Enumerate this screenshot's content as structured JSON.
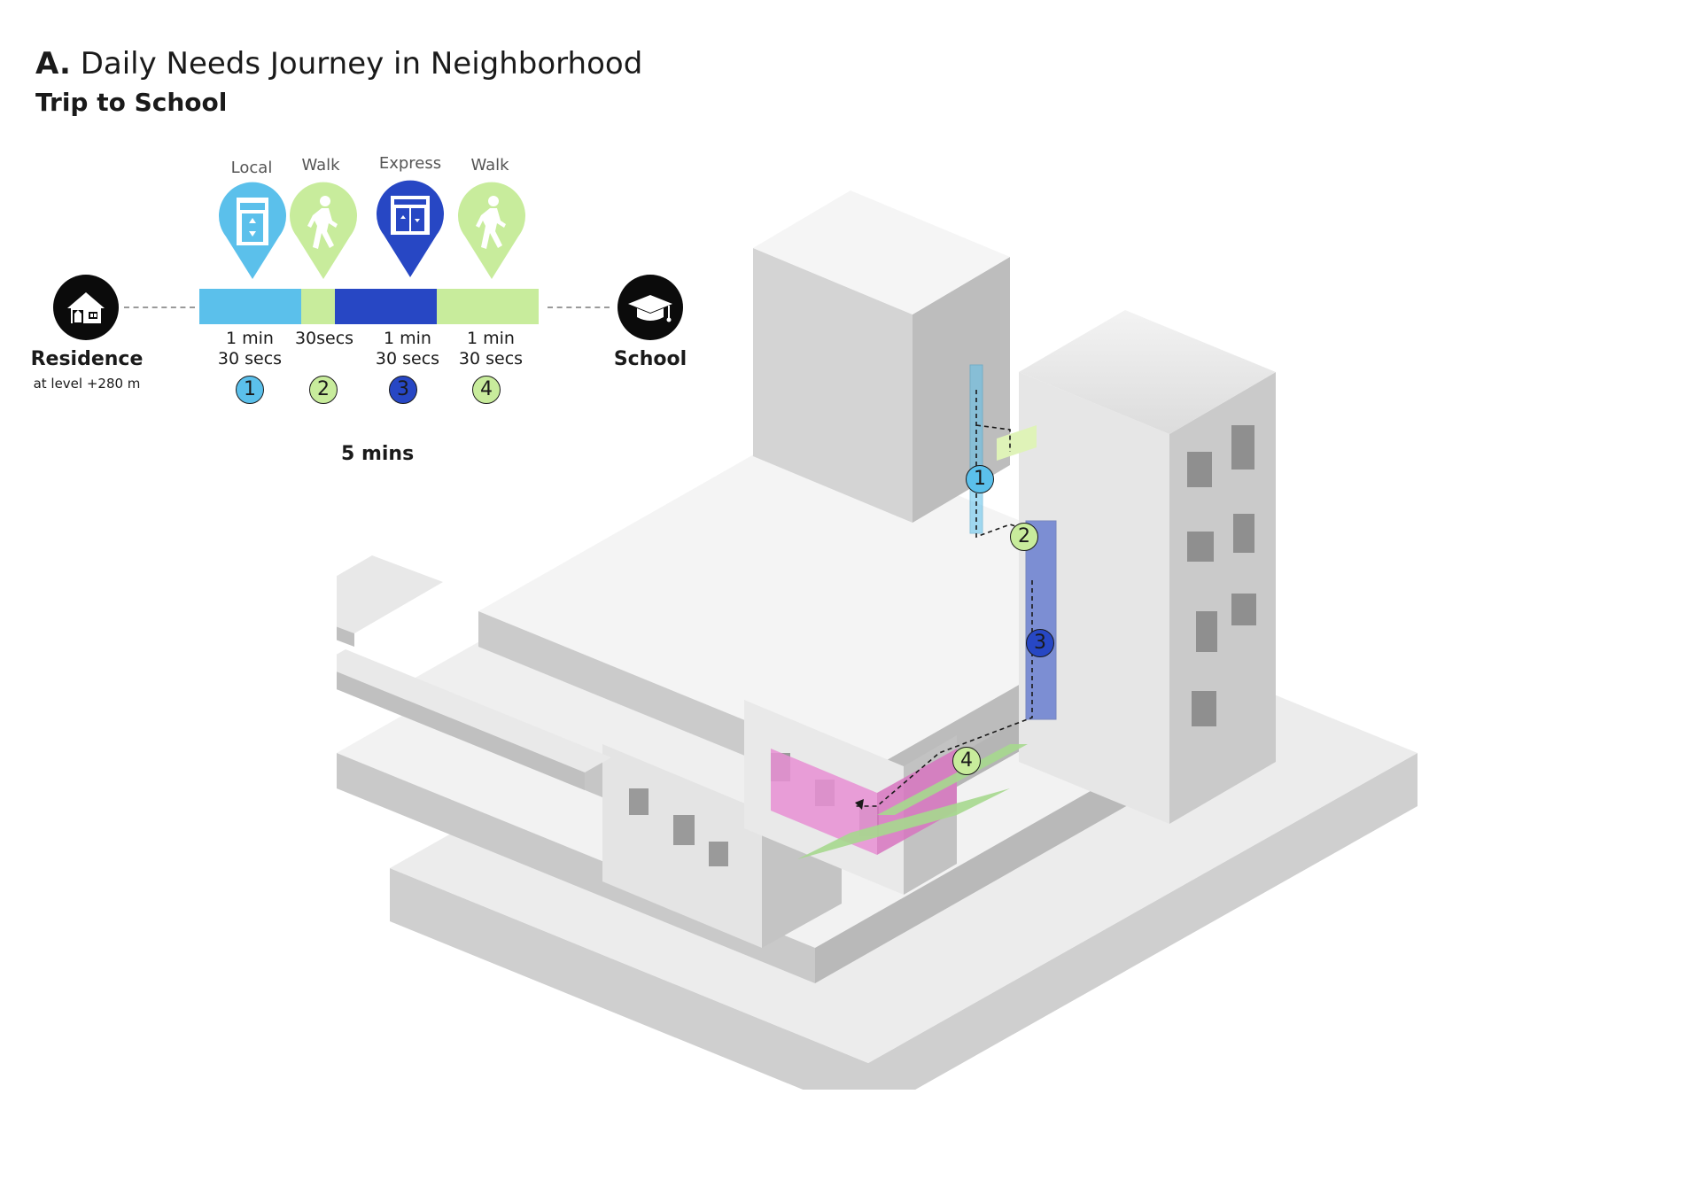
{
  "header": {
    "prefix": "A.",
    "title": "Daily Needs Journey in Neighborhood",
    "subtitle": "Trip to School"
  },
  "origin": {
    "label": "Residence",
    "sublabel": "at level +280 m",
    "icon": "house-icon"
  },
  "destination": {
    "label": "School",
    "icon": "graduation-cap-icon"
  },
  "legs": [
    {
      "mode": "Local",
      "icon": "elevator-icon",
      "duration_line1": "1 min",
      "duration_line2": "30 secs",
      "number": "1",
      "color": "#5bc0eb",
      "minutes": 1.5
    },
    {
      "mode": "Walk",
      "icon": "walk-icon",
      "duration_line1": "30secs",
      "duration_line2": "",
      "number": "2",
      "color": "#c8ec9c",
      "minutes": 0.5
    },
    {
      "mode": "Express",
      "icon": "elevator-icon",
      "duration_line1": "1 min",
      "duration_line2": "30 secs",
      "number": "3",
      "color": "#2747c4",
      "minutes": 1.5
    },
    {
      "mode": "Walk",
      "icon": "walk-icon",
      "duration_line1": "1 min",
      "duration_line2": "30 secs",
      "number": "4",
      "color": "#c8ec9c",
      "minutes": 1.5
    }
  ],
  "total": "5 mins",
  "map_markers": [
    "1",
    "2",
    "3",
    "4"
  ],
  "colors": {
    "local": "#5bc0eb",
    "walk": "#c8ec9c",
    "express": "#2747c4",
    "school_zone": "#e88fd3",
    "path_green": "#a6d88e"
  }
}
